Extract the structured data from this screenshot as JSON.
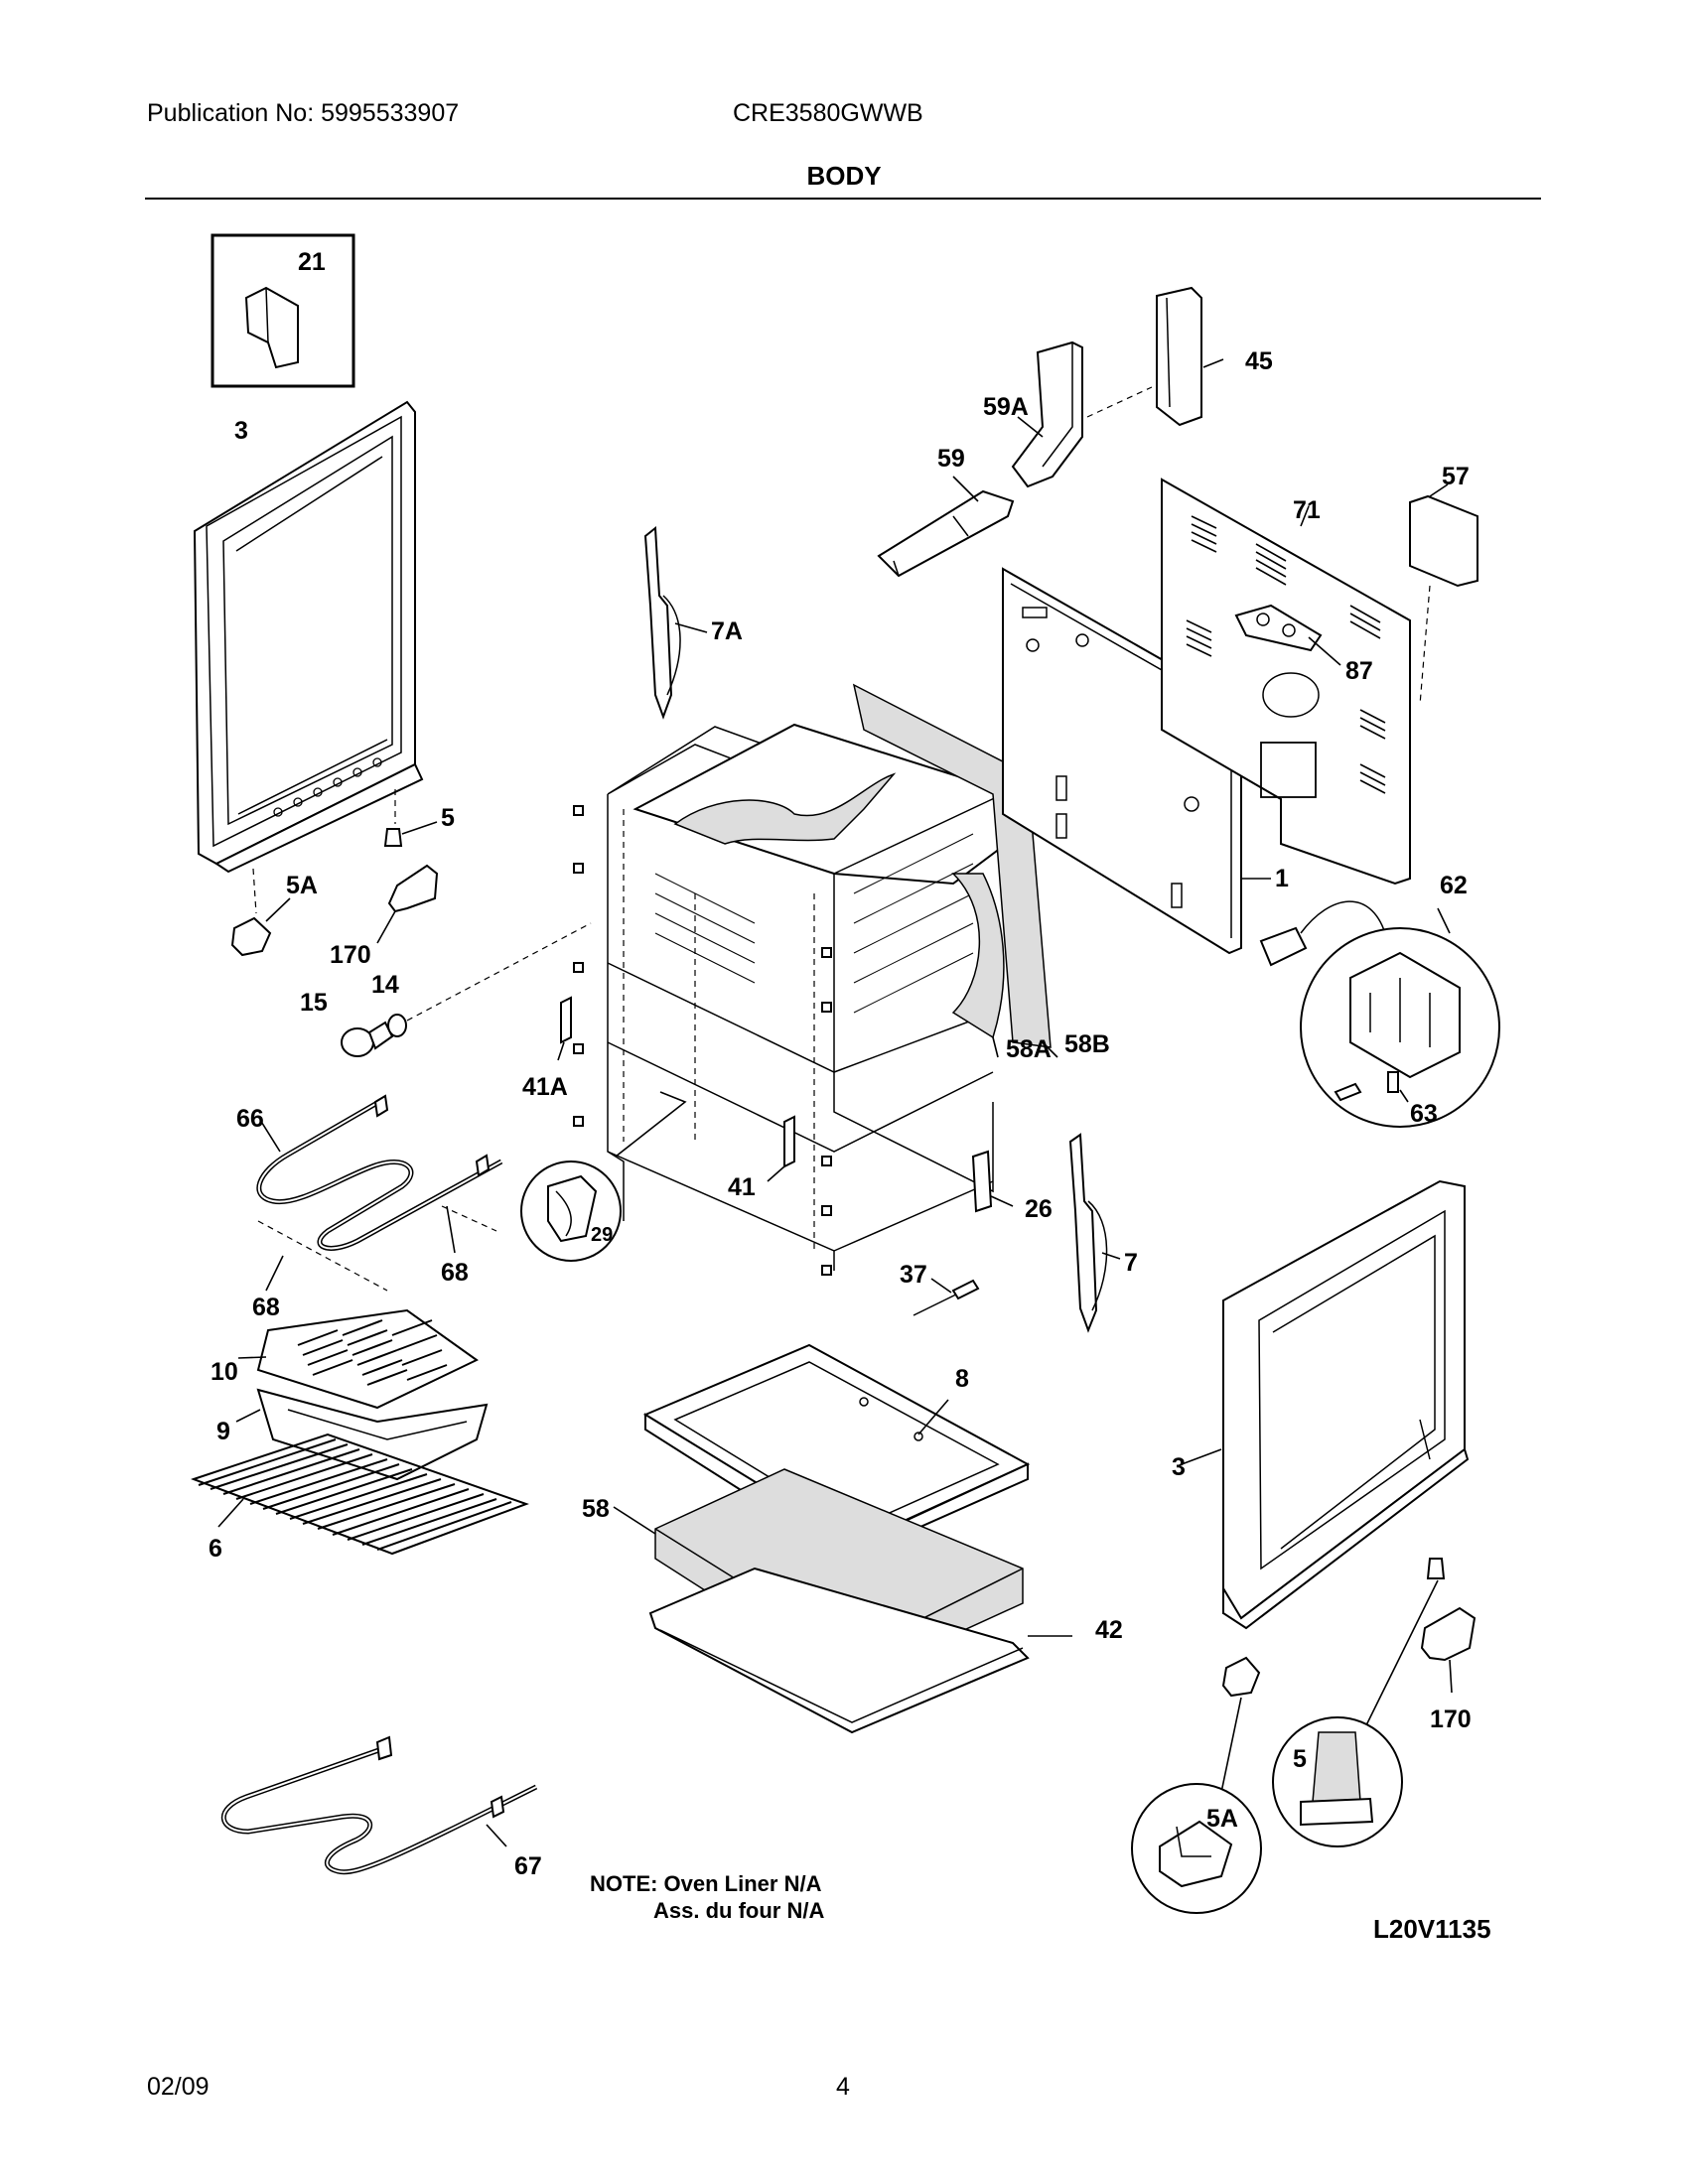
{
  "header": {
    "publication": "Publication No: 5995533907",
    "model": "CRE3580GWWB",
    "title": "BODY"
  },
  "footer": {
    "date": "02/09",
    "page": "4"
  },
  "diagram": {
    "note_line1": "NOTE: Oven Liner N/A",
    "note_line2": "Ass. du four N/A",
    "code": "L20V1135",
    "callouts": [
      "21",
      "3",
      "5",
      "5A",
      "170",
      "14",
      "15",
      "41A",
      "66",
      "68",
      "68",
      "29",
      "41",
      "10",
      "9",
      "6",
      "58",
      "8",
      "37",
      "26",
      "7",
      "7A",
      "59A",
      "59",
      "45",
      "57",
      "71",
      "87",
      "1",
      "62",
      "63",
      "58A",
      "58B",
      "42",
      "3",
      "170",
      "5",
      "5A",
      "67"
    ]
  }
}
